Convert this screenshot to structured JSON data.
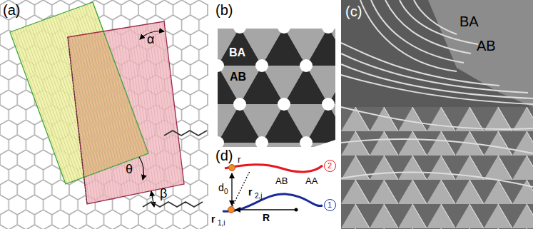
{
  "diagram": {
    "nodes": [
      {
        "text": [
          "2"
        ]
      },
      {
        "text": [
          "1"
        ]
      }
    ],
    "labels": [
      "(a)",
      "α",
      "θ",
      "β",
      "(b)",
      "BA",
      "AB",
      "(c)",
      "BA",
      "AB",
      "(d)",
      "r",
      "d",
      "0",
      "r",
      "2,j",
      "r",
      "1,i",
      "R",
      "AB",
      "AA"
    ]
  }
}
